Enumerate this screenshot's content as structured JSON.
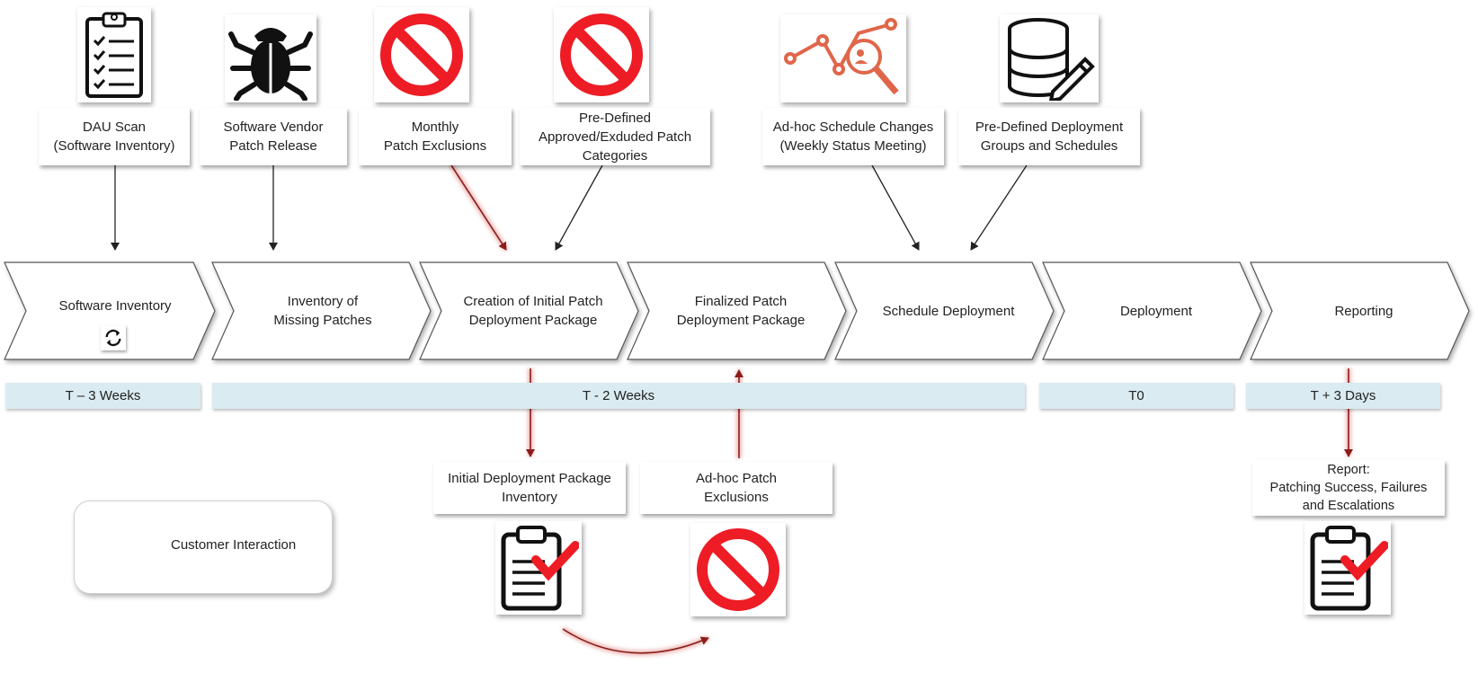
{
  "stages": [
    {
      "label": "Software Inventory"
    },
    {
      "label": "Inventory of\nMissing Patches"
    },
    {
      "label": "Creation of Initial Patch\nDeployment Package"
    },
    {
      "label": "Finalized Patch\nDeployment Package"
    },
    {
      "label": "Schedule Deployment"
    },
    {
      "label": "Deployment"
    },
    {
      "label": "Reporting"
    }
  ],
  "inputs": [
    {
      "label": "DAU Scan\n(Software Inventory)",
      "icon": "clipboard-checklist-icon"
    },
    {
      "label": "Software Vendor\nPatch Release",
      "icon": "bug-icon"
    },
    {
      "label": "Monthly\nPatch Exclusions",
      "icon": "prohibited-icon"
    },
    {
      "label": "Pre-Defined\nApproved/Exduded Patch\nCategories",
      "icon": "prohibited-icon"
    },
    {
      "label": "Ad-hoc Schedule Changes\n(Weekly Status Meeting)",
      "icon": "chart-magnifier-icon"
    },
    {
      "label": "Pre-Defined Deployment\nGroups and Schedules",
      "icon": "database-pencil-icon"
    }
  ],
  "timeline": [
    {
      "label": "T – 3 Weeks"
    },
    {
      "label": "T - 2 Weeks"
    },
    {
      "label": "T0"
    },
    {
      "label": "T + 3 Days"
    }
  ],
  "outputs": [
    {
      "label": "Initial Deployment Package\nInventory",
      "icon": "clipboard-check-icon"
    },
    {
      "label": "Ad-hoc Patch\nExclusions",
      "icon": "prohibited-icon"
    },
    {
      "label": "Report:\nPatching Success, Failures\nand Escalations",
      "icon": "clipboard-check-icon"
    }
  ],
  "legend": {
    "label": "Customer Interaction"
  },
  "colors": {
    "customer_arrow": "#a0302c",
    "prohibit": "#ee1c25",
    "chart": "#e0664a",
    "timeline_bar": "#daebf1"
  }
}
